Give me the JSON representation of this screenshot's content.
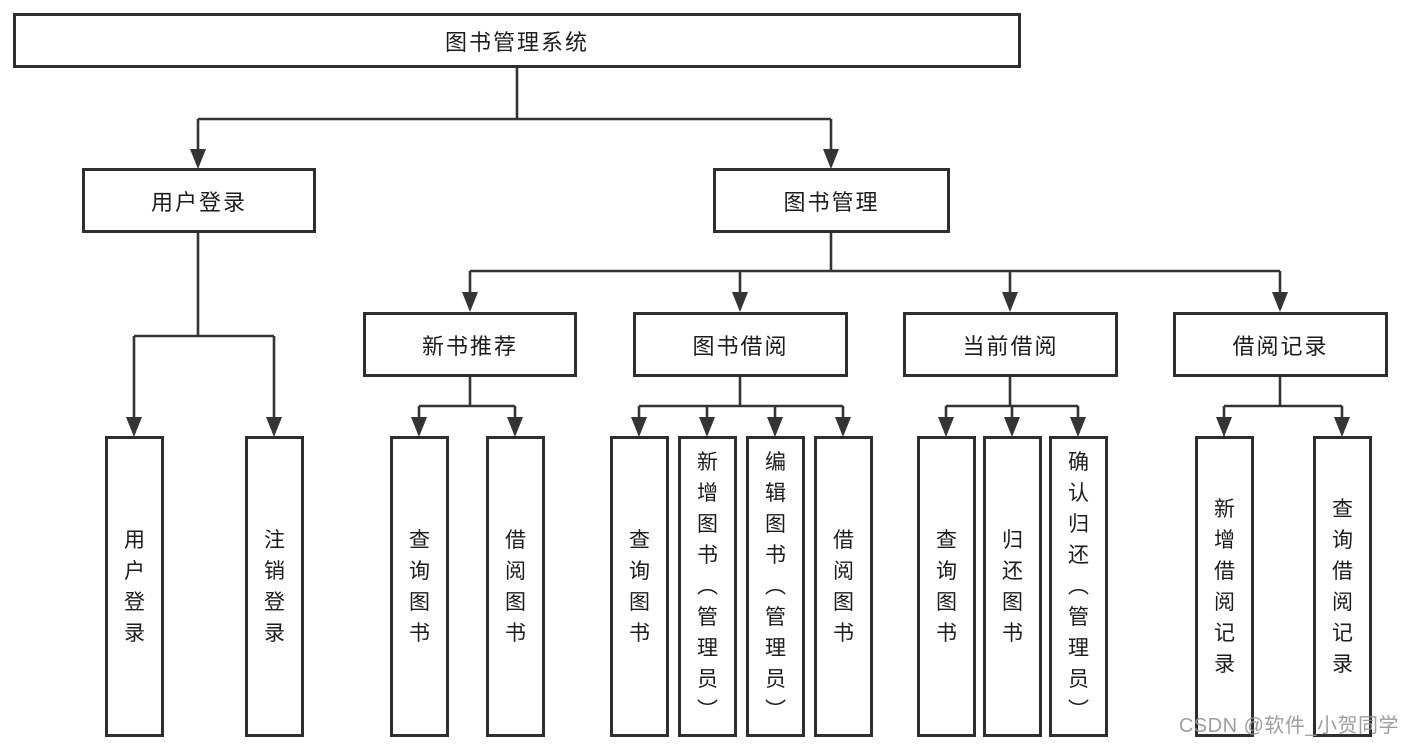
{
  "diagram_title": "图书管理系统",
  "tree": {
    "root": {
      "label": "图书管理系统"
    },
    "branches": [
      {
        "label": "用户登录",
        "children": [
          {
            "label": "用户登录"
          },
          {
            "label": "注销登录"
          }
        ]
      },
      {
        "label": "图书管理",
        "children": [
          {
            "label": "新书推荐",
            "children": [
              {
                "label": "查询图书"
              },
              {
                "label": "借阅图书"
              }
            ]
          },
          {
            "label": "图书借阅",
            "children": [
              {
                "label": "查询图书"
              },
              {
                "label": "新增图书（管理员）"
              },
              {
                "label": "编辑图书（管理员）"
              },
              {
                "label": "借阅图书"
              }
            ]
          },
          {
            "label": "当前借阅",
            "children": [
              {
                "label": "查询图书"
              },
              {
                "label": "归还图书"
              },
              {
                "label": "确认归还（管理员）"
              }
            ]
          },
          {
            "label": "借阅记录",
            "children": [
              {
                "label": "新增借阅记录"
              },
              {
                "label": "查询借阅记录"
              }
            ]
          }
        ]
      }
    ]
  },
  "watermark": {
    "text": "CSDN @软件_小贺同学"
  },
  "colors": {
    "background": "#ffffff",
    "line": "#343434",
    "box_border": "#2e2e2e",
    "text": "#1c1c1c",
    "watermark": "#969696"
  }
}
